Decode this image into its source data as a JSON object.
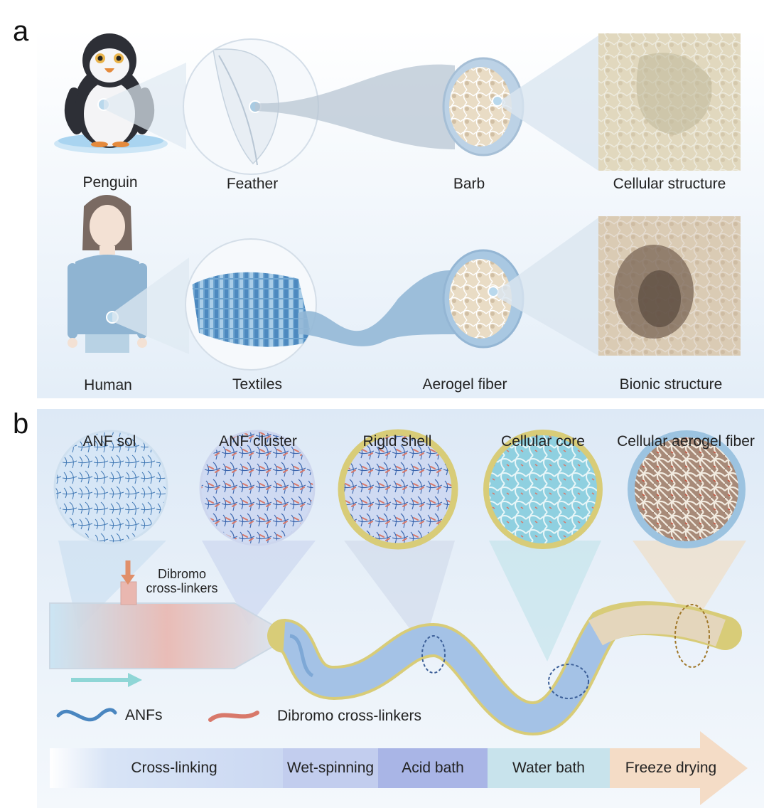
{
  "panel_a": {
    "letter": "a",
    "top_row": [
      "Penguin",
      "Feather",
      "Barb",
      "Cellular structure"
    ],
    "bottom_row": [
      "Human",
      "Textiles",
      "Aerogel fiber",
      "Bionic structure"
    ]
  },
  "panel_b": {
    "letter": "b",
    "stages": [
      "ANF sol",
      "ANF cluster",
      "Rigid shell",
      "Cellular core",
      "Cellular aerogel fiber"
    ],
    "cross_linker_callout": {
      "line1": "Dibromo",
      "line2": "cross-linkers"
    },
    "legend": {
      "anf": "ANFs",
      "crosslinker": "Dibromo cross-linkers"
    },
    "process": [
      "Cross-linking",
      "Wet-spinning",
      "Acid bath",
      "Water bath",
      "Freeze drying"
    ]
  },
  "colors": {
    "panel_bg": "#eaf2fa",
    "fiber_blue": "#9cc3e0",
    "anf_blue": "#4a86c0",
    "crosslinker_red": "#d8786a",
    "shell_yellow": "#d8cc78",
    "cellular_beige": "#e8dcc4",
    "wet_spin": "#c2cdee",
    "acid_bath": "#a9b5e6",
    "water_bath": "#c8e3ec",
    "freeze_drying": "#f4dcc6"
  }
}
